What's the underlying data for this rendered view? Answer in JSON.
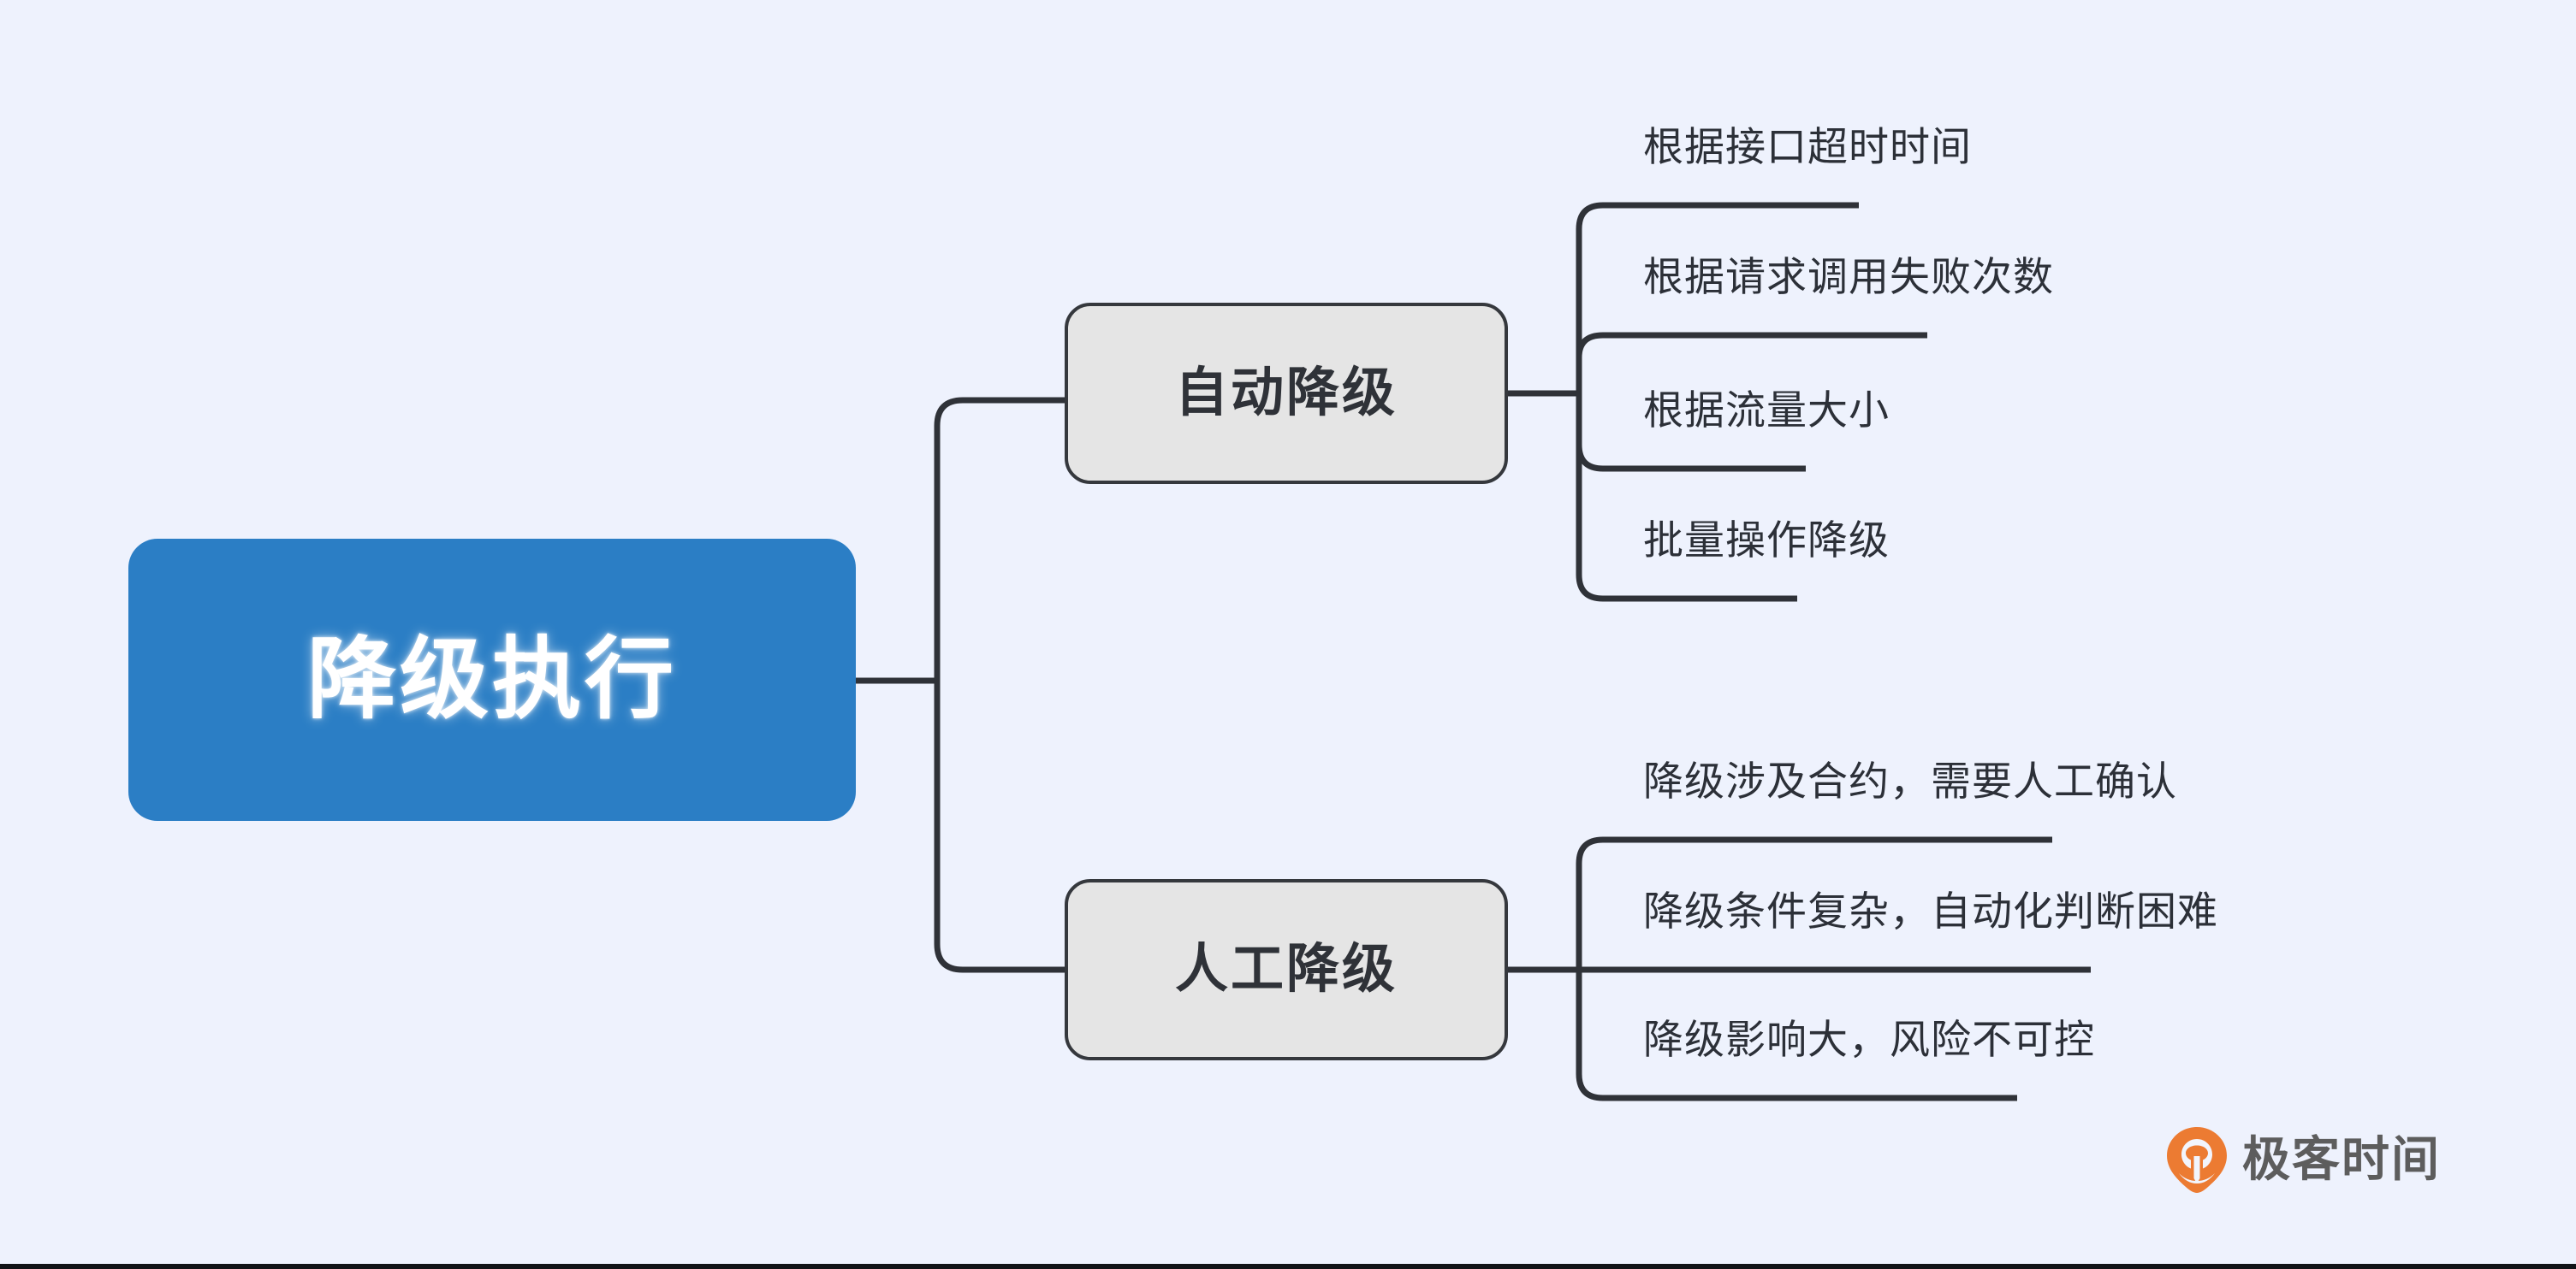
{
  "background_color": "#eef2fd",
  "diagram": {
    "type": "mind-map",
    "orientation": "left-to-right",
    "root": {
      "label": "降级执行",
      "fill_color": "#2b7ec5",
      "text_color": "#ffffff"
    },
    "branches": [
      {
        "label": "自动降级",
        "fill_color": "#e5e5e5",
        "border_color": "#35383d",
        "text_color": "#2f3238",
        "leaves": [
          {
            "label": "根据接口超时时间"
          },
          {
            "label": "根据请求调用失败次数"
          },
          {
            "label": "根据流量大小"
          },
          {
            "label": "批量操作降级"
          }
        ]
      },
      {
        "label": "人工降级",
        "fill_color": "#e5e5e5",
        "border_color": "#35383d",
        "text_color": "#2f3238",
        "leaves": [
          {
            "label": "降级涉及合约，需要人工确认"
          },
          {
            "label": "降级条件复杂，自动化判断困难"
          },
          {
            "label": "降级影响大，风险不可控"
          }
        ]
      }
    ],
    "connector_color": "#2f3238"
  },
  "watermark": {
    "text": "极客时间",
    "logo_icon": "geektime-pin-icon",
    "logo_color": "#ec7b32",
    "text_color": "#5d5d5d"
  }
}
